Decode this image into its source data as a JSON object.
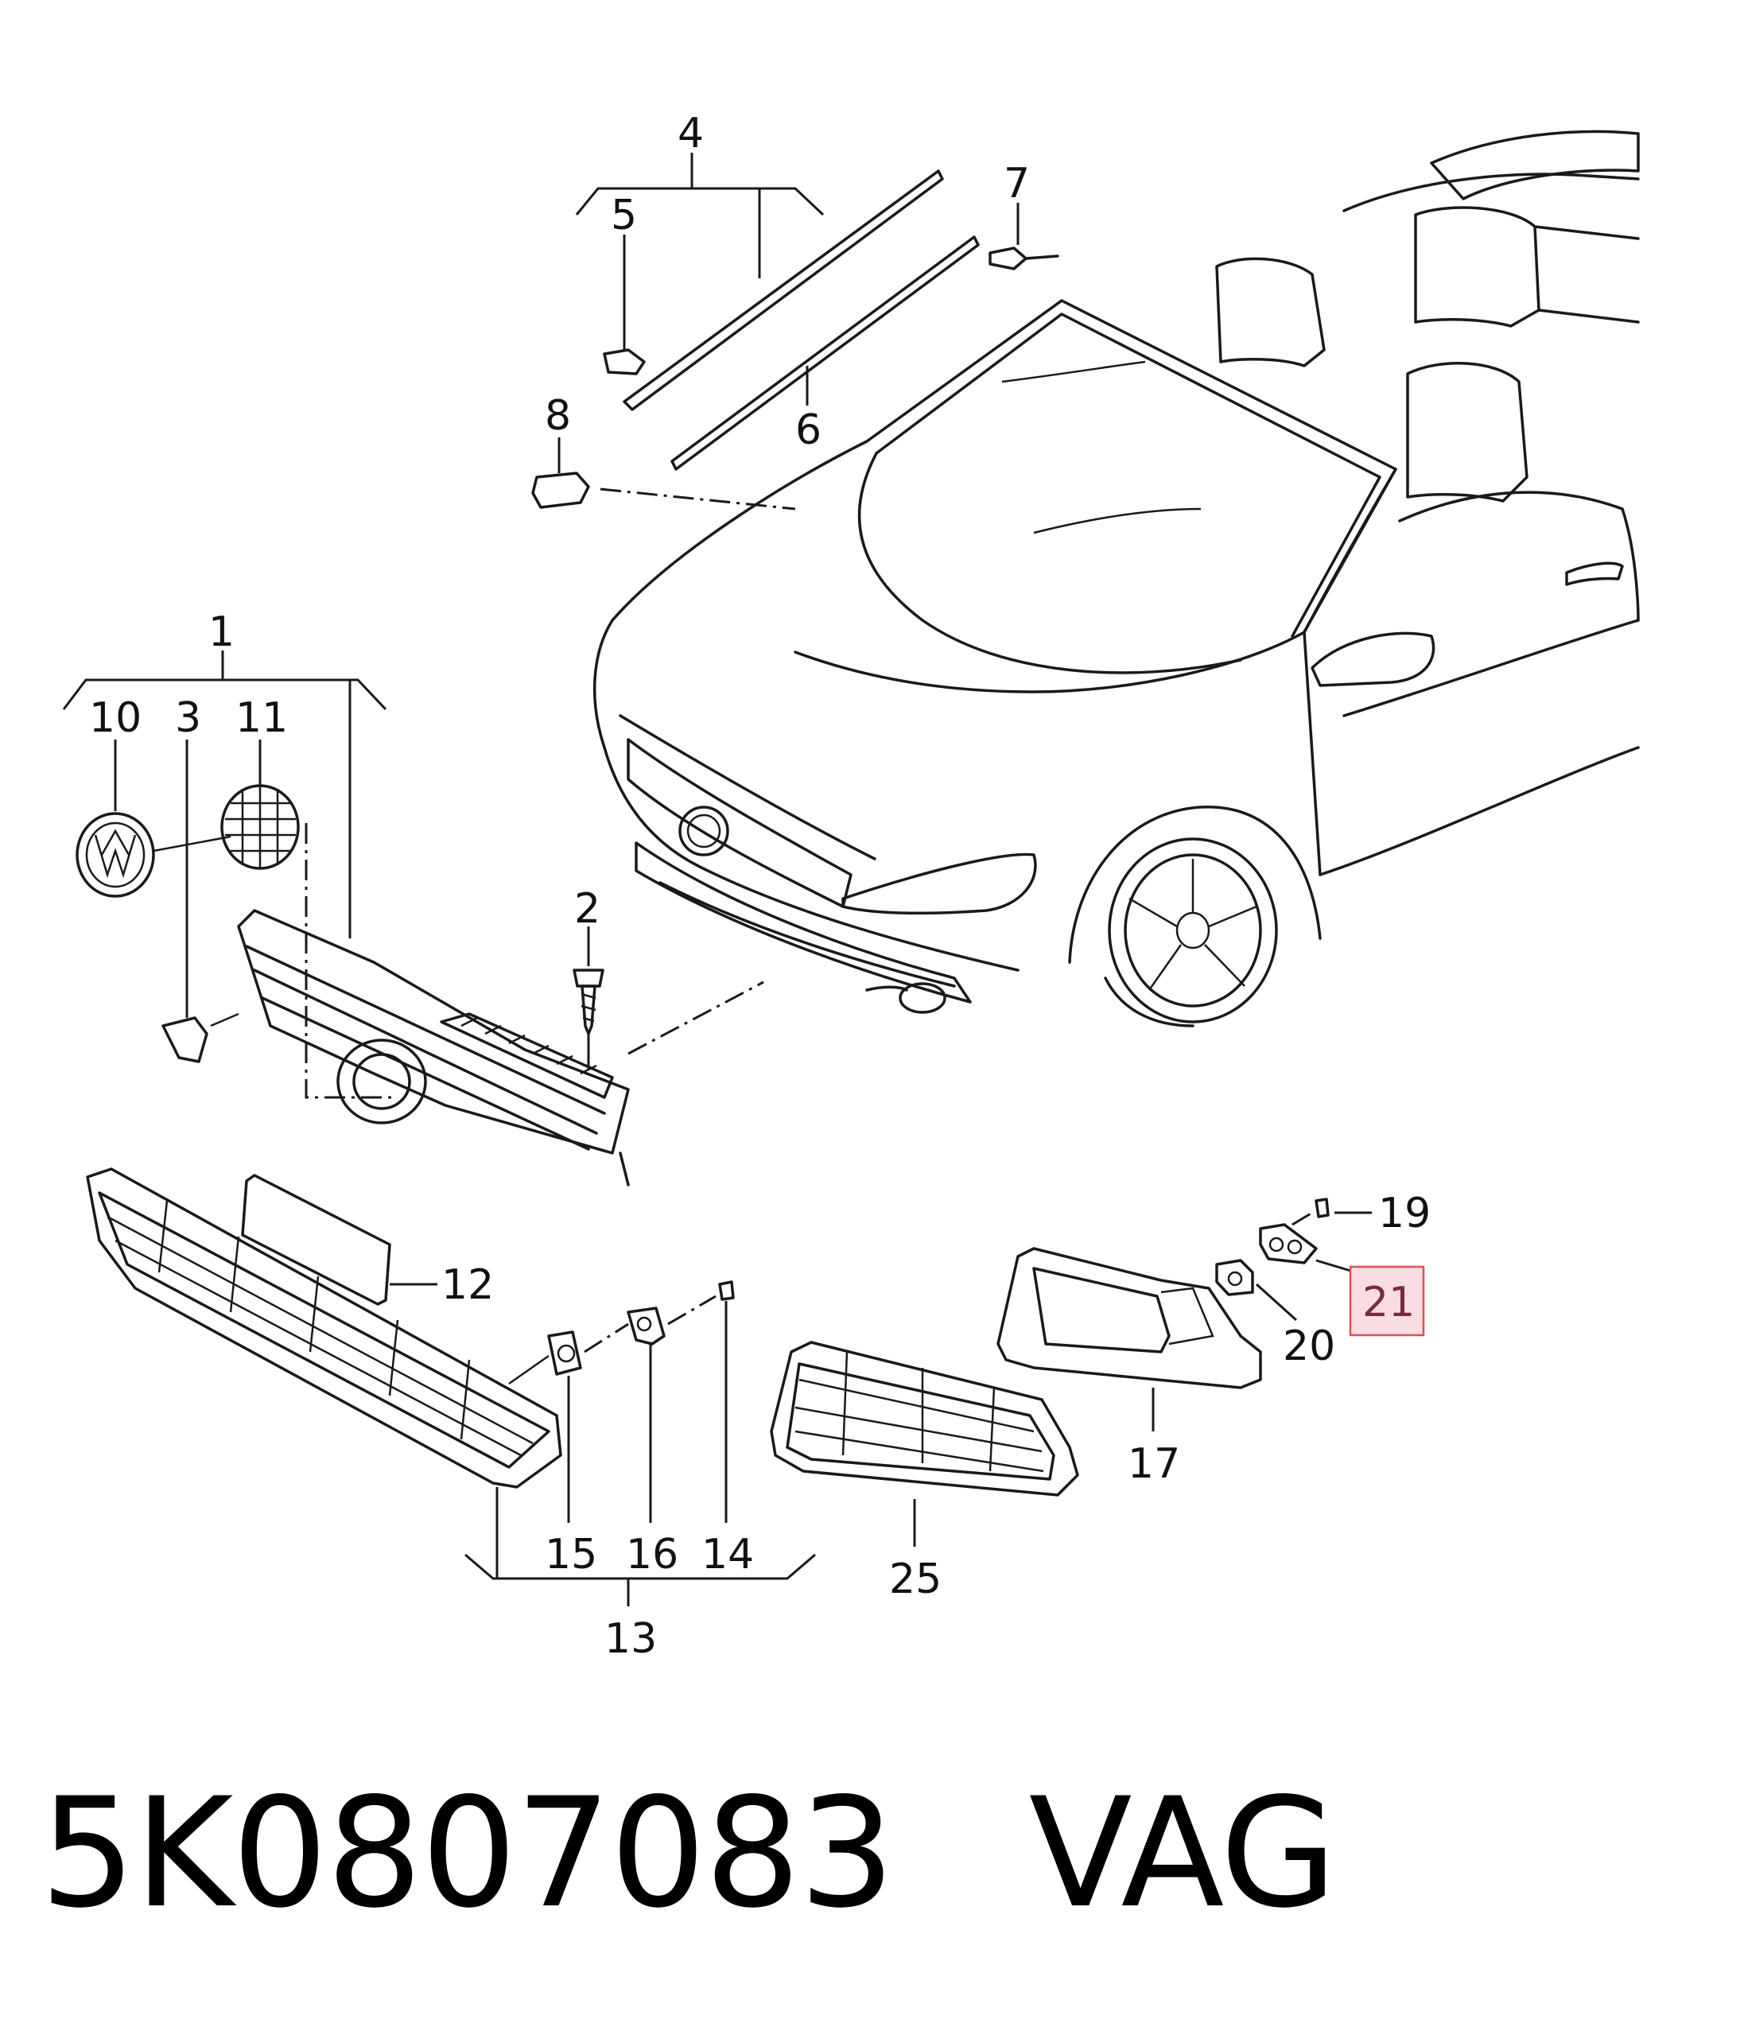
{
  "diagram": {
    "callouts": [
      {
        "id": "1",
        "label": "1"
      },
      {
        "id": "2",
        "label": "2"
      },
      {
        "id": "3",
        "label": "3"
      },
      {
        "id": "4",
        "label": "4"
      },
      {
        "id": "5",
        "label": "5"
      },
      {
        "id": "6",
        "label": "6"
      },
      {
        "id": "7",
        "label": "7"
      },
      {
        "id": "8",
        "label": "8"
      },
      {
        "id": "10",
        "label": "10"
      },
      {
        "id": "11",
        "label": "11"
      },
      {
        "id": "12",
        "label": "12"
      },
      {
        "id": "13",
        "label": "13"
      },
      {
        "id": "14",
        "label": "14"
      },
      {
        "id": "15",
        "label": "15"
      },
      {
        "id": "16",
        "label": "16"
      },
      {
        "id": "17",
        "label": "17"
      },
      {
        "id": "19",
        "label": "19"
      },
      {
        "id": "20",
        "label": "20"
      },
      {
        "id": "21",
        "label": "21",
        "highlighted": true
      },
      {
        "id": "25",
        "label": "25"
      }
    ],
    "highlight_color": "#f9dde3",
    "highlight_border": "#d9534f"
  },
  "caption": {
    "part_number": "5K0807083",
    "brand": "VAG"
  }
}
